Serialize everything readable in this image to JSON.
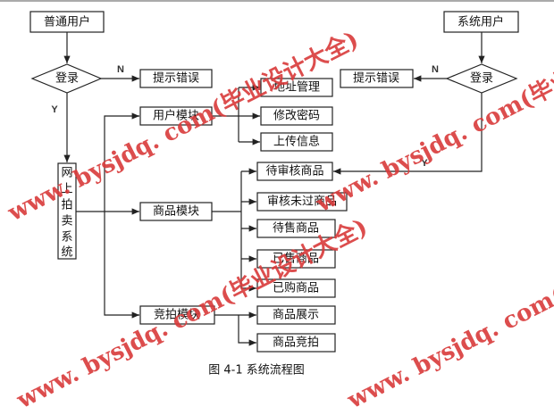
{
  "nodes": {
    "normal_user": "普通用户",
    "system_user": "系统用户",
    "login_left": "登录",
    "login_right": "登录",
    "error_left": "提示错误",
    "error_right": "提示错误",
    "system": "网上拍卖系统",
    "system_chars": [
      "网",
      "上",
      "拍",
      "卖",
      "系",
      "统"
    ],
    "user_module": "用户模块",
    "goods_module": "商品模块",
    "auction_module": "竞拍模块",
    "address": "地址管理",
    "password": "修改密码",
    "upload": "上传信息",
    "pending_review": "待审核商品",
    "review_failed": "审核未过商品",
    "on_sale": "待售商品",
    "sold": "已售商品",
    "bought": "已购商品",
    "display": "商品展示",
    "bid": "商品竞拍"
  },
  "labels": {
    "yes": "Y",
    "no": "N"
  },
  "caption": "图 4-1 系统流程图",
  "watermark": "www. bysjdq. com(毕业设计大全)"
}
